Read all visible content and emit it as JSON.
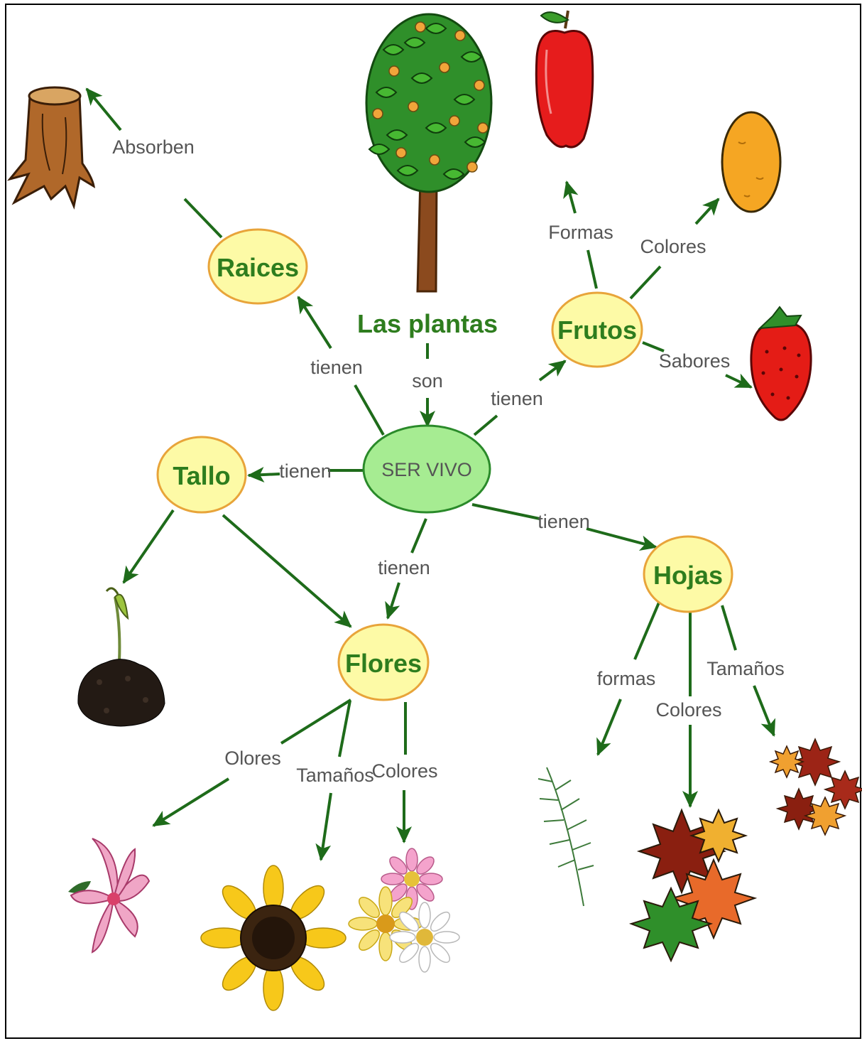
{
  "colors": {
    "arrow": "#1e6b1a",
    "node_fill": "#fdfaa6",
    "node_stroke": "#e8a43a",
    "center_fill": "#a6ec92",
    "center_stroke": "#2a8a2a",
    "node_text": "#2e7d1e",
    "link_text": "#555555",
    "border": "#000000"
  },
  "title": "Las plantas",
  "center": {
    "label": "SER VIVO"
  },
  "nodes": {
    "raices": "Raices",
    "frutos": "Frutos",
    "tallo": "Tallo",
    "hojas": "Hojas",
    "flores": "Flores"
  },
  "links": {
    "son": "son",
    "tienen_raices": "tienen",
    "tienen_frutos": "tienen",
    "tienen_tallo": "tienen",
    "tienen_hojas": "tienen",
    "tienen_flores": "tienen",
    "absorben": "Absorben",
    "formas_frutos": "Formas",
    "colores_frutos": "Colores",
    "sabores": "Sabores",
    "olores": "Olores",
    "tamanos_flores": "Tamaños",
    "colores_flores": "Colores",
    "formas_hojas": "formas",
    "colores_hojas": "Colores",
    "tamanos_hojas": "Tamaños"
  },
  "illustrations": [
    "tree-icon",
    "stump-icon",
    "apple-icon",
    "orange-icon",
    "strawberry-icon",
    "sprout-icon",
    "lily-icon",
    "sunflower-icon",
    "daisies-icon",
    "fern-leaf-icon",
    "maple-leaves-icon",
    "autumn-leaves-icon"
  ]
}
